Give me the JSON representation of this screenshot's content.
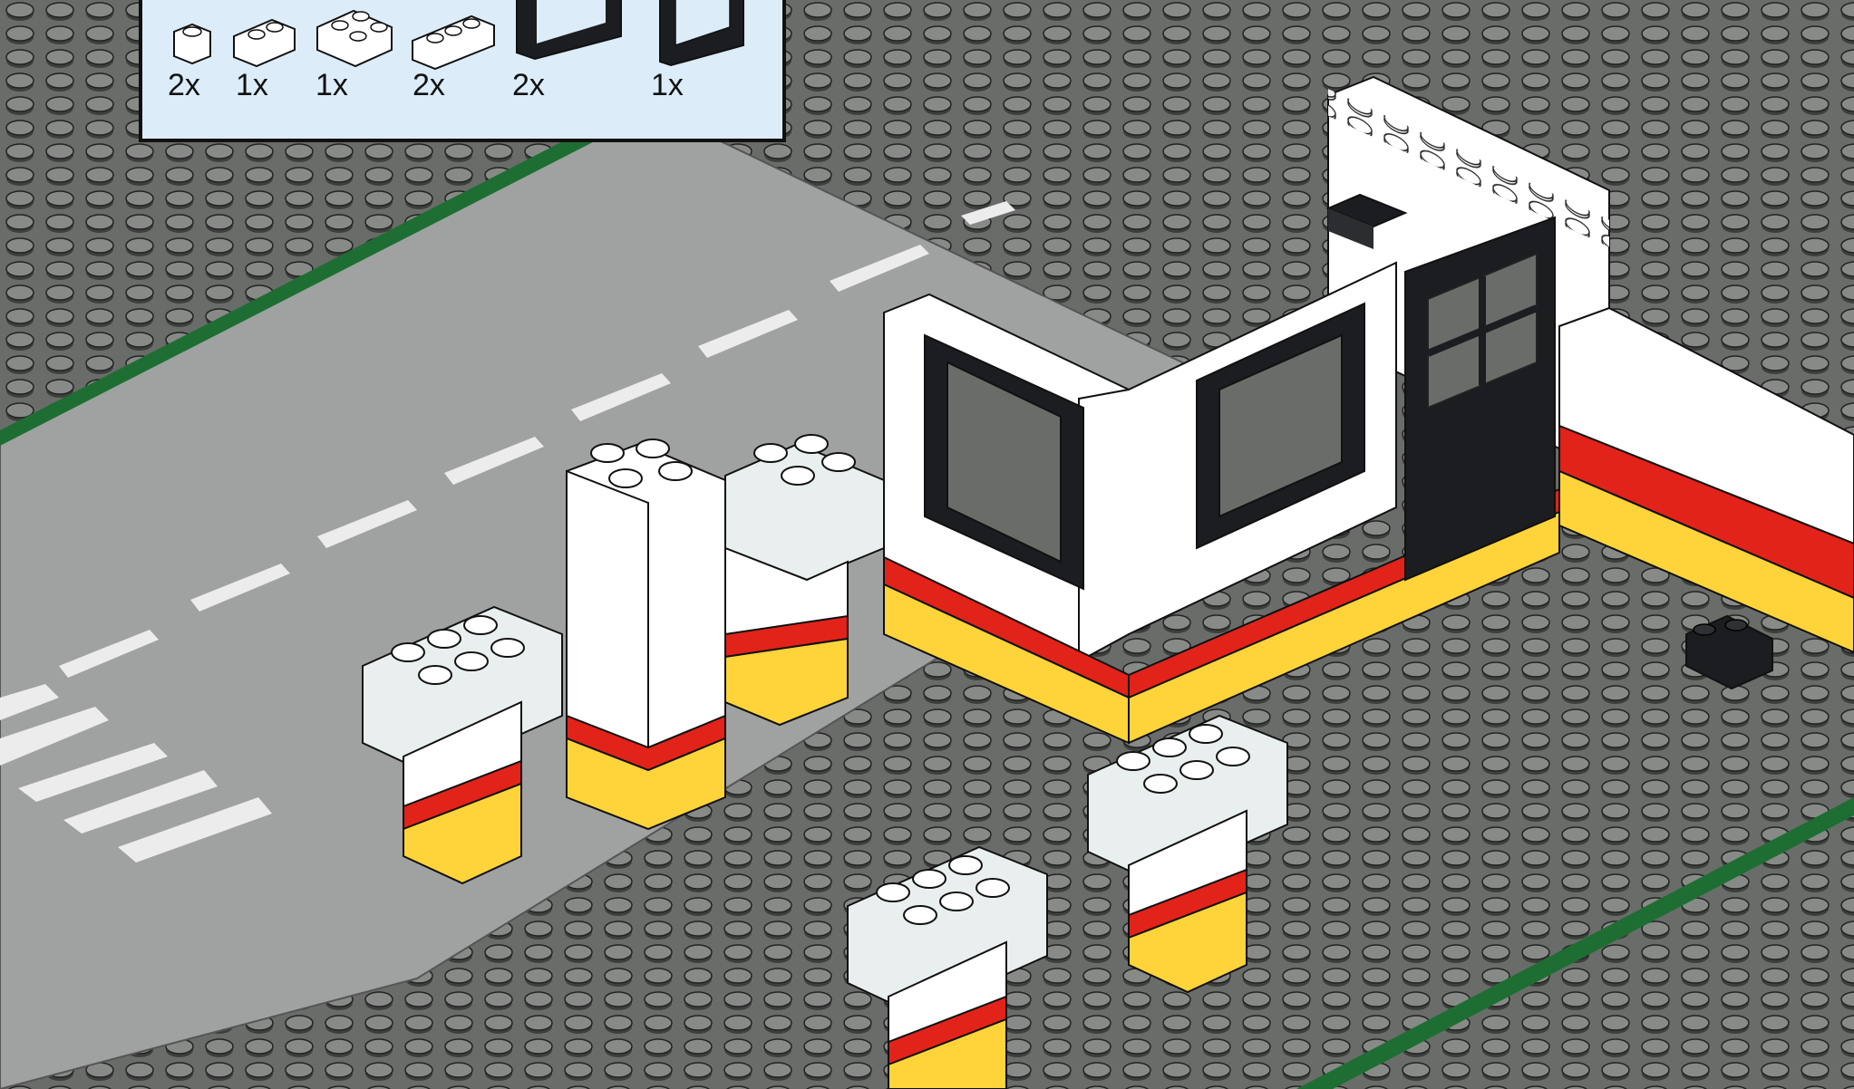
{
  "colors": {
    "baseplate": "#6a6c6a",
    "baseplate_dark": "#4d4f4d",
    "stud_top": "#8a8c8a",
    "road": "#9fa2a0",
    "road_marking": "#ececec",
    "grass_edge": "#1e6e33",
    "brick_white": "#ffffff",
    "brick_red": "#e2231a",
    "brick_yellow": "#ffd43a",
    "brick_black": "#1b1d20",
    "transparent_clear": "#e9efef",
    "parts_box_bg": "#dcecf9",
    "outline": "#111111"
  },
  "parts_list": {
    "items": [
      {
        "part": "brick-1x1-white",
        "qty": "2x"
      },
      {
        "part": "brick-1x2-white",
        "qty": "1x"
      },
      {
        "part": "brick-2x2-white",
        "qty": "1x"
      },
      {
        "part": "brick-1x3-white",
        "qty": "2x"
      },
      {
        "part": "window-frame-black",
        "qty": "2x"
      },
      {
        "part": "door-frame-black",
        "qty": "1x"
      }
    ]
  },
  "scene": {
    "pumps": [
      "pump-left",
      "pump-front-center",
      "pump-right"
    ],
    "pillars": [
      "pillar-tall",
      "pillar-short"
    ],
    "building": {
      "wall_color": "white",
      "stripe": "red",
      "base": "yellow",
      "windows": 2,
      "door": 1
    }
  }
}
